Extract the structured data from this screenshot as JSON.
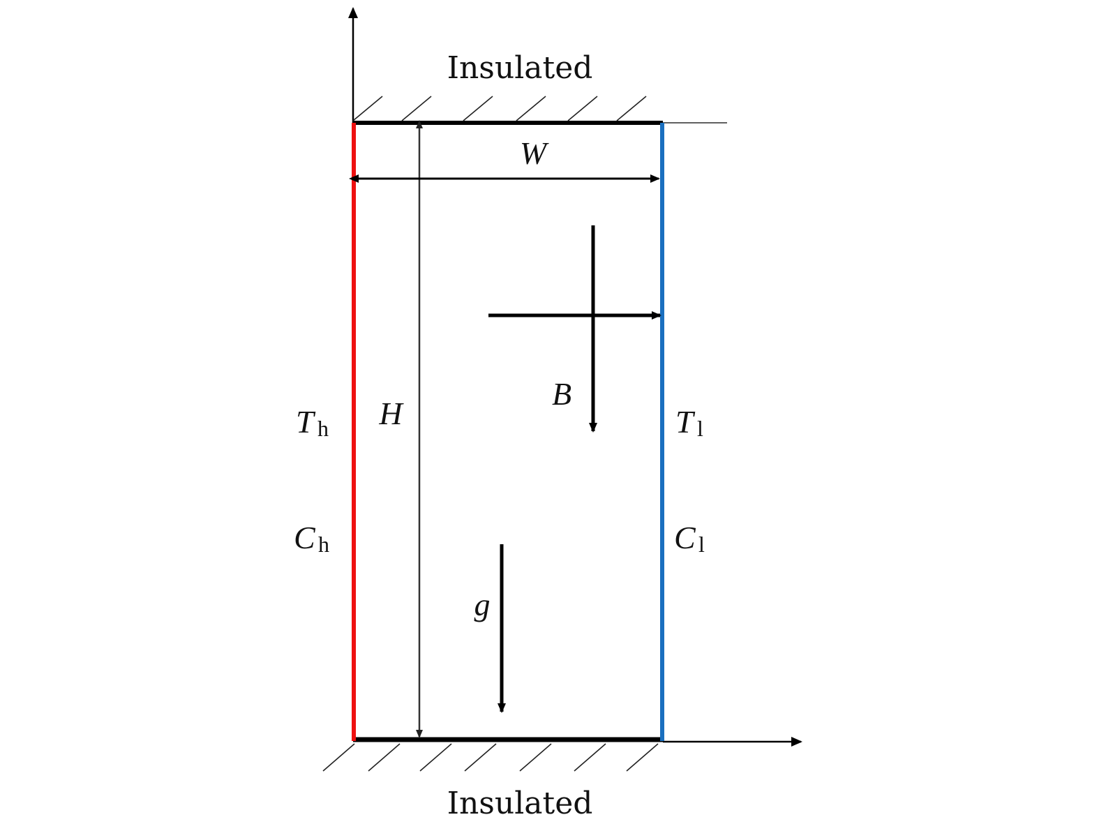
{
  "diagram": {
    "top_boundary_label": "Insulated",
    "bottom_boundary_label": "Insulated",
    "width_label": "W",
    "height_label": "H",
    "magnetic_field_label": "B",
    "gravity_label": "g",
    "left_wall": {
      "temperature_symbol": "T",
      "temperature_subscript": "h",
      "concentration_symbol": "C",
      "concentration_subscript": "h",
      "color": "#ee1111"
    },
    "right_wall": {
      "temperature_symbol": "T",
      "temperature_subscript": "l",
      "concentration_symbol": "C",
      "concentration_subscript": "l",
      "color": "#1a6fbf"
    },
    "line_color": "#000000"
  }
}
